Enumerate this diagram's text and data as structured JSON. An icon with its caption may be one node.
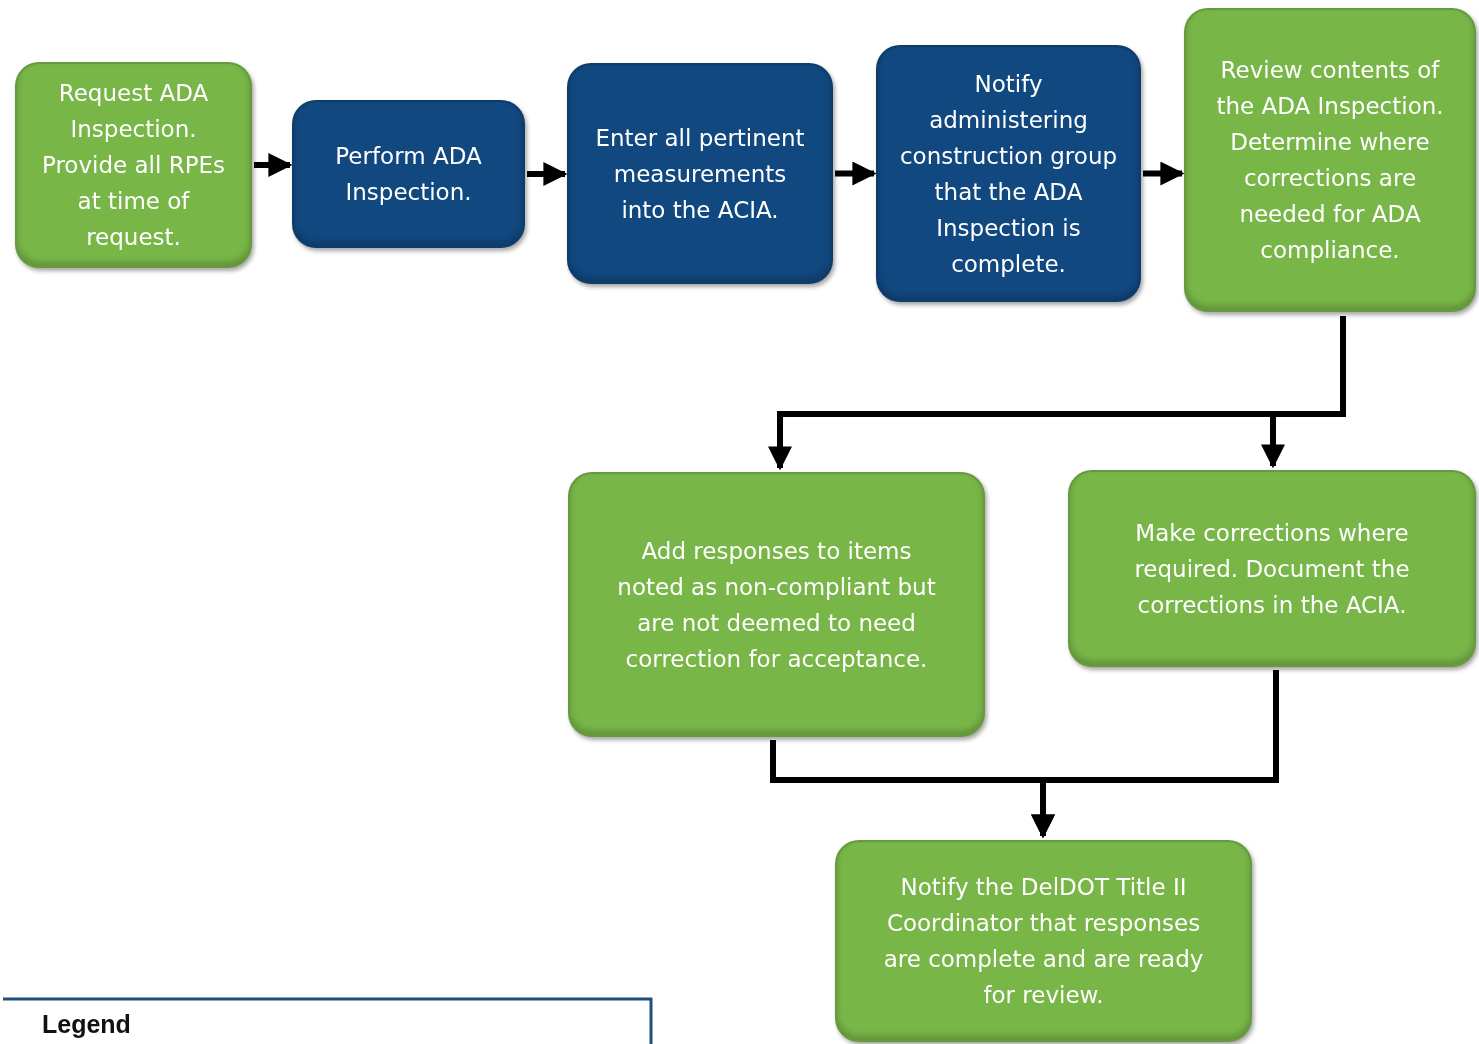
{
  "diagram": {
    "nodes": [
      {
        "text": [
          "Request ADA Inspection. Provide all RPEs at time of request."
        ]
      },
      {
        "text": [
          "Perform ADA Inspection."
        ]
      },
      {
        "text": [
          "Enter all pertinent measurements into the ACIA."
        ]
      },
      {
        "text": [
          "Notify administering construction group that the ADA Inspection is complete."
        ]
      },
      {
        "text": [
          "Review contents of the ADA Inspection. Determine where corrections are needed for ADA compliance."
        ]
      },
      {
        "text": [
          "Add responses to items noted as non-compliant but are not deemed to need correction for acceptance."
        ]
      },
      {
        "text": [
          "Make corrections where required. Document the corrections in the ACIA."
        ]
      },
      {
        "text": [
          "Notify the DelDOT Title II Coordinator that responses are complete and are ready for review."
        ]
      }
    ],
    "edges": [
      {
        "from": 0,
        "to": 1,
        "arrow": "to"
      },
      {
        "from": 1,
        "to": 2,
        "arrow": "to"
      },
      {
        "from": 2,
        "to": 3,
        "arrow": "to"
      },
      {
        "from": 3,
        "to": 4,
        "arrow": "to"
      },
      {
        "from": 4,
        "to": 5,
        "arrow": "to"
      },
      {
        "from": 4,
        "to": 6,
        "arrow": "to"
      },
      {
        "from": 5,
        "to": 7,
        "arrow": "to"
      },
      {
        "from": 6,
        "to": 7,
        "arrow": "to"
      }
    ],
    "labels": [
      "Legend"
    ]
  }
}
